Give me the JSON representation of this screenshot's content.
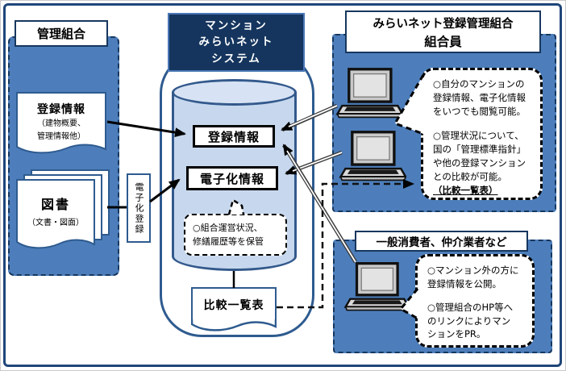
{
  "colors": {
    "container_blue": "#4D7EBB",
    "header_navy": "#15355E",
    "frame_navy": "#1F4679",
    "box_border_blue": "#2E5B8F",
    "cylinder_fill": "#C7D8EE",
    "arrow_black": "#000000",
    "double_line_gray": "#3d3d3d"
  },
  "icons": {
    "laptop": "laptop-icon"
  },
  "left": {
    "title": "管理組合",
    "reg_doc": {
      "title": "登録情報",
      "sub1": "（建物概要、",
      "sub2": "管理情報他）"
    },
    "books_doc": {
      "title": "図書",
      "sub": "（文書・図面）"
    },
    "digitize_label": "電子化登録"
  },
  "center": {
    "system_name_l1": "マンション",
    "system_name_l2": "みらいネット",
    "system_name_l3": "システム",
    "reg_box": "登録情報",
    "digital_box": "電子化情報",
    "callout_l1": "○組合運営状況、",
    "callout_l2": "修繕履歴等を保管",
    "comparison_doc": "比較一覧表"
  },
  "right_top": {
    "title_l1": "みらいネット登録管理組合",
    "title_l2": "組合員",
    "bubble": {
      "p1_l1": "○自分のマンションの",
      "p1_l2": "登録情報、電子化情報",
      "p1_l3": "をいつでも閲覧可能。",
      "p2_l1": "○管理状況について、",
      "p2_l2": "国の「管理標準指針」",
      "p2_l3": "や他の登録マンション",
      "p2_l4": "との比較が可能。",
      "p2_l5": "（比較一覧表）"
    }
  },
  "right_bottom": {
    "title": "一般消費者、仲介業者など",
    "bubble": {
      "p1_l1": "○マンション外の方に",
      "p1_l2": "登録情報を公開。",
      "p2_l1": "○管理組合のHP等へ",
      "p2_l2": "のリンクによりマン",
      "p2_l3": "ションをPR。"
    }
  }
}
